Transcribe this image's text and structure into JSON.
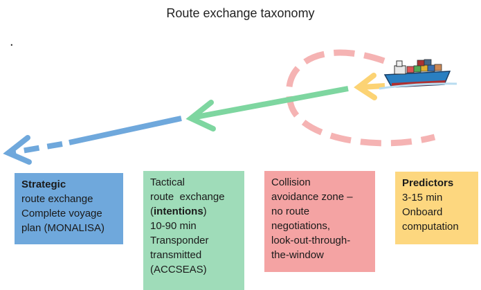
{
  "title": "Route exchange taxonomy",
  "marker": ".",
  "colors": {
    "strategic": "#6fa8dc",
    "tactical": "#9fdcb9",
    "collision": "#f4a3a3",
    "predictors": "#fdd77f",
    "arrow_blue": "#6fa8dc",
    "arrow_green": "#7ed6a0",
    "arrow_yellow": "#fcd374",
    "ellipse_pink": "#f5b3b3"
  },
  "ship_icon": "cargo-ship-icon",
  "boxes": {
    "strategic": {
      "lines": [
        "Strategic",
        "route exchange",
        "Complete voyage",
        "plan (MONALISA)"
      ]
    },
    "tactical": {
      "l1": "Tactical",
      "l2": "route  exchange",
      "l3_open": "(",
      "l3_bold": "intentions",
      "l3_close": ")",
      "l4": "10-90 min",
      "l5": "Transponder",
      "l6": "transmitted",
      "l7": "(ACCSEAS)"
    },
    "collision": {
      "lines": [
        "Collision",
        "avoidance zone –",
        "no route",
        "negotiations,",
        "look-out-through-",
        "the-window"
      ]
    },
    "predictors": {
      "lines": [
        "Predictors",
        "3-15 min",
        "Onboard",
        "computation"
      ]
    }
  }
}
